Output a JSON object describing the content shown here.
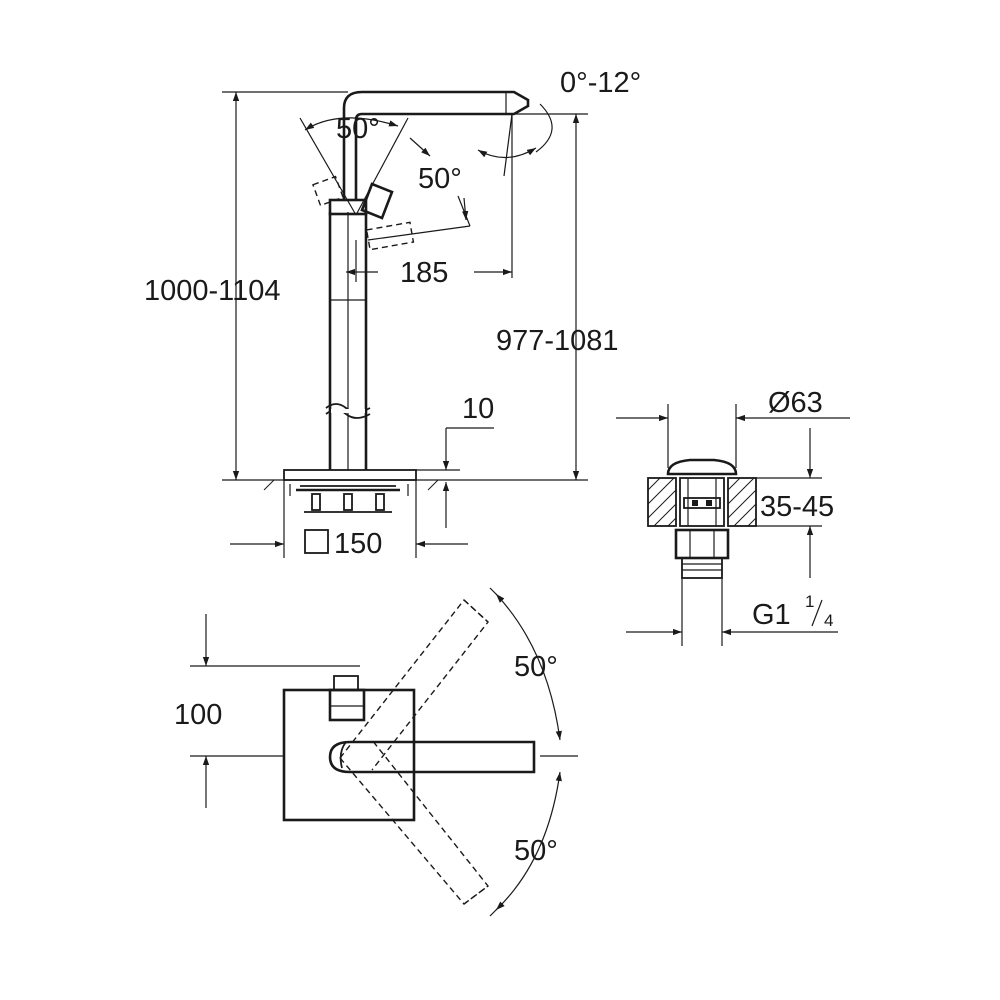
{
  "labels": {
    "spout_tilt": "0°-12°",
    "lever_left_angle": "50°",
    "lever_right_angle": "50°",
    "spout_reach": "185",
    "total_height": "1000-1104",
    "spout_height": "977-1081",
    "floor_offset": "10",
    "base_size": "150",
    "waste_diameter": "Ø63",
    "waste_thickness": "35-45",
    "waste_thread": "G1",
    "waste_thread_fraction_num": "1",
    "waste_thread_fraction_den": "4",
    "top_depth": "100",
    "top_angle_upper": "50°",
    "top_angle_lower": "50°"
  }
}
